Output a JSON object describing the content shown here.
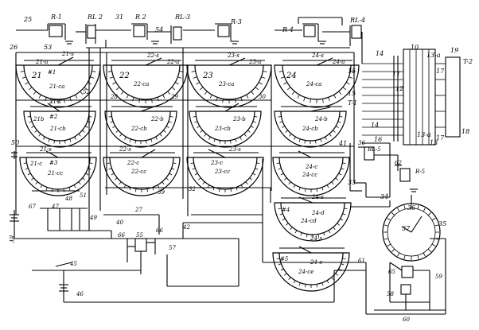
{
  "figure": {
    "labels": {
      "l25": "25",
      "l26": "26",
      "r1": "R-1",
      "l53": "53",
      "rl2": "RL 2",
      "l31": "31",
      "r2": "R 2",
      "l54": "54",
      "rl3": "RL-3",
      "r3": "R-3",
      "r4": "R-4",
      "rl4": "RL-4",
      "l10": "10",
      "l13a": "13-a",
      "l19": "19",
      "t2": "T-2",
      "l14a": "14",
      "l15a": "15",
      "l11": "11",
      "l12": "12",
      "l17a": "17",
      "l15b": "15",
      "t1": "T-1",
      "l14b": "14",
      "l16": "16",
      "l13b": "13",
      "l13ba": "13-a",
      "l17b": "17",
      "l18": "18",
      "l21s": "21-s",
      "l21a": "21-a",
      "l21": "21",
      "l21ca": "21-ca",
      "l52": "52",
      "l22s": "22-s",
      "l22a": "22-a",
      "l22": "22",
      "l22ca": "22-ca",
      "l23s": "23-s",
      "l23a": "23-a",
      "l23": "23",
      "l23ca": "23-ca",
      "l24s": "24-s",
      "l24a": "24-a",
      "l24": "24",
      "l24ca": "24-ca",
      "l28": "28",
      "l29": "29",
      "l30": "30",
      "l21s2": "21-s",
      "l21b": "21b",
      "l21cb": "21-cb",
      "l22b": "22-b",
      "l22cb": "22-cb",
      "l23b": "23-b",
      "l23cb": "23-cb",
      "l24b": "24-b",
      "l24cb": "24-cb",
      "l50": "50",
      "l41": "41",
      "l36": "36",
      "rl5": "RL-5",
      "l62": "62",
      "r5": "R-5",
      "l21s3": "21-s",
      "l21c": "21-c",
      "l21cc": "21-cc",
      "l22s3": "22-s",
      "l22c": "22-c",
      "l22cc": "22-cc",
      "l23s3": "23-s",
      "l23c": "23-c",
      "l23cc": "23-cc",
      "l24c": "24-c",
      "l24cc": "24-cc",
      "l33": "33",
      "l34": "34",
      "l39": "39",
      "l32": "32",
      "l48": "48",
      "l51": "51",
      "l67": "67",
      "l47": "47",
      "l49": "49",
      "l27": "27",
      "l40": "40",
      "l42": "42",
      "l24s4": "24-s",
      "l24d": "24-d",
      "l24cd": "24-cd",
      "l36b": "36",
      "l37": "37",
      "l35": "35",
      "l66a": "66",
      "l55": "55",
      "l66b": "66",
      "l57": "57",
      "l45": "45",
      "l46": "46",
      "l24s5": "24-s",
      "l24e": "24-e",
      "l24ce": "24-ce",
      "l61": "61",
      "l65": "65",
      "l59": "59",
      "l58": "58",
      "l60": "60",
      "l8y": "8Y",
      "n1": "#1",
      "n2": "#2",
      "n3": "#3",
      "n4": "#4",
      "n5": "#5"
    }
  }
}
